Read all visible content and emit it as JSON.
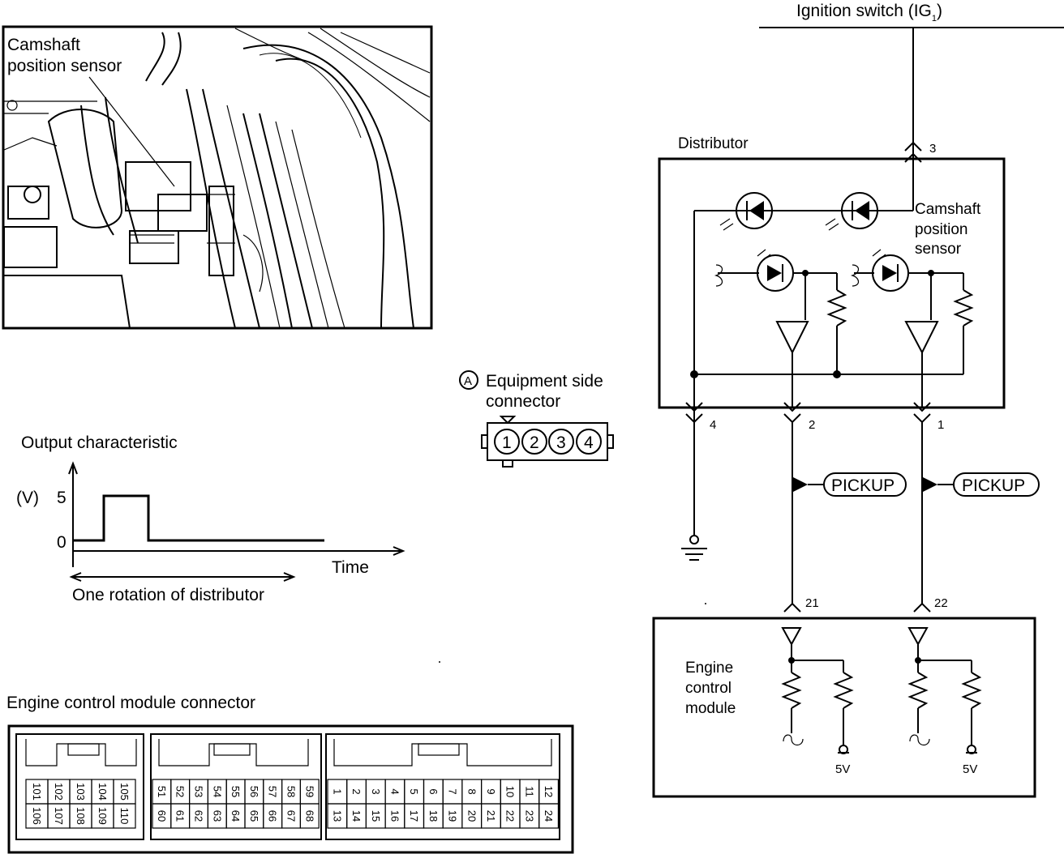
{
  "photo": {
    "label_line1": "Camshaft",
    "label_line2": "position sensor"
  },
  "ignition": {
    "label": "Ignition switch (IG",
    "sub": "1",
    "close": ")"
  },
  "distributor": {
    "label": "Distributor",
    "sensor_line1": "Camshaft",
    "sensor_line2": "position",
    "sensor_line3": "sensor",
    "pin_top": "3",
    "pin_4": "4",
    "pin_2": "2",
    "pin_1": "1"
  },
  "pickup": {
    "label_a": "PICKUP",
    "label_b": "PICKUP"
  },
  "ecm_block": {
    "line1": "Engine",
    "line2": "control",
    "line3": "module",
    "pin_a": "21",
    "pin_b": "22",
    "volt_a": "5V",
    "volt_b": "5V"
  },
  "equipment": {
    "marker": "A",
    "line1": "Equipment side",
    "line2": "connector",
    "pins": [
      "1",
      "2",
      "3",
      "4"
    ]
  },
  "output": {
    "title": "Output characteristic",
    "unit": "(V)",
    "y_high": "5",
    "y_low": "0",
    "x_label": "Time",
    "span_label": "One rotation of distributor"
  },
  "ecm_connector": {
    "title": "Engine control module connector",
    "block_a_top": [
      "101",
      "102",
      "103",
      "104",
      "105"
    ],
    "block_a_bottom": [
      "106",
      "107",
      "108",
      "109",
      "110"
    ],
    "block_b_top": [
      "51",
      "52",
      "53",
      "54",
      "55",
      "56",
      "57",
      "58",
      "59"
    ],
    "block_b_bottom": [
      "60",
      "61",
      "62",
      "63",
      "64",
      "65",
      "66",
      "67",
      "68"
    ],
    "block_c_top": [
      "1",
      "2",
      "3",
      "4",
      "5",
      "6",
      "7",
      "8",
      "9",
      "10",
      "11",
      "12"
    ],
    "block_c_bottom": [
      "13",
      "14",
      "15",
      "16",
      "17",
      "18",
      "19",
      "20",
      "21",
      "22",
      "23",
      "24"
    ]
  }
}
